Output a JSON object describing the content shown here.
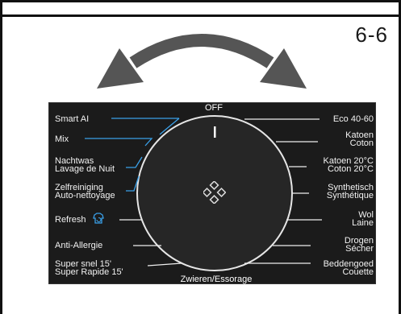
{
  "page": {
    "number": "6-6"
  },
  "dial": {
    "top_label": "OFF",
    "bottom_label": "Zwieren/Essorage",
    "left_programs": [
      {
        "line1": "Smart AI",
        "line2": ""
      },
      {
        "line1": "Mix",
        "line2": ""
      },
      {
        "line1": "Nachtwas",
        "line2": "Lavage de Nuit"
      },
      {
        "line1": "Zelfreiniging",
        "line2": "Auto-nettoyage"
      },
      {
        "line1": "Refresh",
        "line2": ""
      },
      {
        "line1": "Anti-Allergie",
        "line2": ""
      },
      {
        "line1": "Super snel 15'",
        "line2": "Super Rapide 15'"
      }
    ],
    "right_programs": [
      {
        "line1": "Eco 40-60",
        "line2": ""
      },
      {
        "line1": "Katoen",
        "line2": "Coton"
      },
      {
        "line1": "Katoen 20°C",
        "line2": "Coton 20°C"
      },
      {
        "line1": "Synthetisch",
        "line2": "Synthétique"
      },
      {
        "line1": "Wol",
        "line2": "Laine"
      },
      {
        "line1": "Drogen",
        "line2": "Sécher"
      },
      {
        "line1": "Beddengoed",
        "line2": "Couette"
      }
    ],
    "accent_color": "#3aa0e8"
  }
}
